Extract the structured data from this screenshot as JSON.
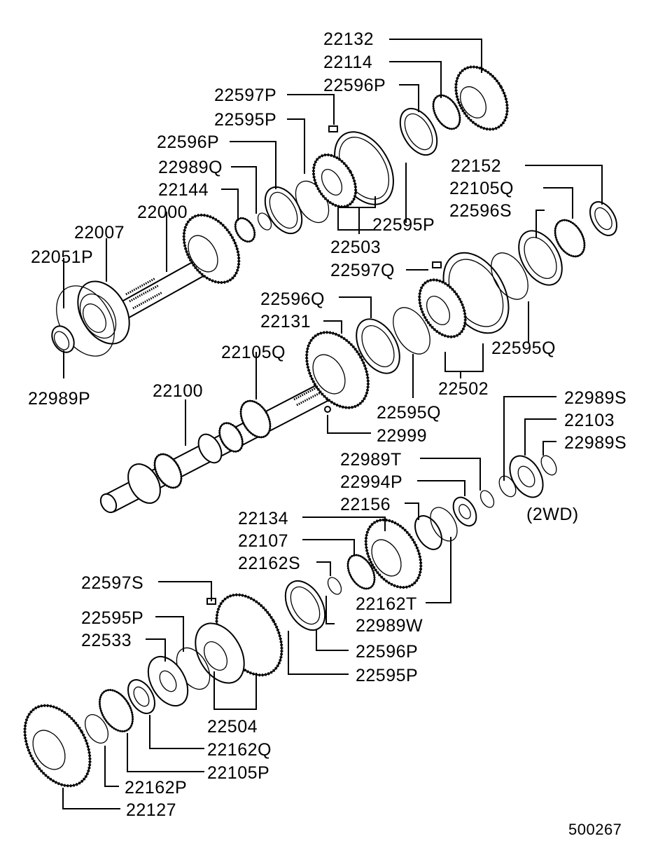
{
  "diagram_code": "500267",
  "note_2wd": "(2WD)",
  "part_labels": {
    "p22132": "22132",
    "p22114": "22114",
    "p22596P_top": "22596P",
    "p22597P": "22597P",
    "p22595P_top": "22595P",
    "p22596P_left": "22596P",
    "p22989Q": "22989Q",
    "p22144": "22144",
    "p22000": "22000",
    "p22007": "22007",
    "p22051P": "22051P",
    "p22989P": "22989P",
    "p22595P_mid": "22595P",
    "p22503": "22503",
    "p22152": "22152",
    "p22105Q_right": "22105Q",
    "p22596S": "22596S",
    "p22597Q": "22597Q",
    "p22596Q": "22596Q",
    "p22131": "22131",
    "p22105Q_left": "22105Q",
    "p22595Q_right": "22595Q",
    "p22100": "22100",
    "p22502": "22502",
    "p22595Q_mid": "22595Q",
    "p22999": "22999",
    "p22989S_a": "22989S",
    "p22103": "22103",
    "p22989S_b": "22989S",
    "p22989T": "22989T",
    "p22994P": "22994P",
    "p22156": "22156",
    "p22134": "22134",
    "p22107": "22107",
    "p22162S": "22162S",
    "p22597S": "22597S",
    "p22162T": "22162T",
    "p22989W": "22989W",
    "p22595P_low_left": "22595P",
    "p22533": "22533",
    "p22596P_low": "22596P",
    "p22595P_low": "22595P",
    "p22504": "22504",
    "p22162Q": "22162Q",
    "p22105P": "22105P",
    "p22162P": "22162P",
    "p22127": "22127"
  }
}
